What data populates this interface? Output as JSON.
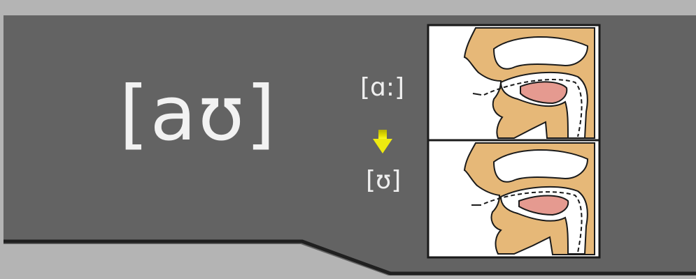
{
  "slide": {
    "main_symbol": "[aʊ]",
    "start_label": "[ɑ:]",
    "end_label": "[ʊ]",
    "watermark": "",
    "arrow_icon": "down-arrow-icon",
    "colors": {
      "background": "#b4b4b4",
      "panel": "#636363",
      "skin": "#e6b878",
      "tongue": "#e59a90",
      "arrow": "#e6e000",
      "text": "#f2f2f2"
    }
  }
}
